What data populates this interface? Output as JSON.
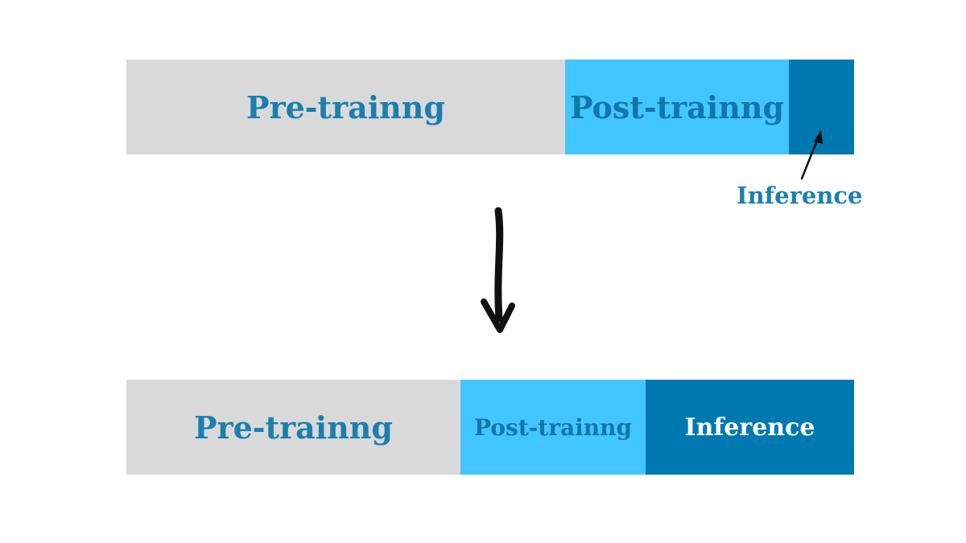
{
  "top_bar": {
    "pre_training": "Pre-trainng",
    "post_training": "Post-trainng",
    "inference_callout": "Inference"
  },
  "bottom_bar": {
    "pre_training": "Pre-trainng",
    "post_training": "Post-trainng",
    "inference": "Inference"
  },
  "colors": {
    "pre_training_bg": "#d9d9d9",
    "post_training_bg": "#42c6ff",
    "inference_bg": "#0079b0",
    "label_text": "#1b7fae"
  },
  "icons": {
    "transition_arrow": "arrow-down-icon",
    "callout_arrow": "pointer-arrow-icon"
  }
}
